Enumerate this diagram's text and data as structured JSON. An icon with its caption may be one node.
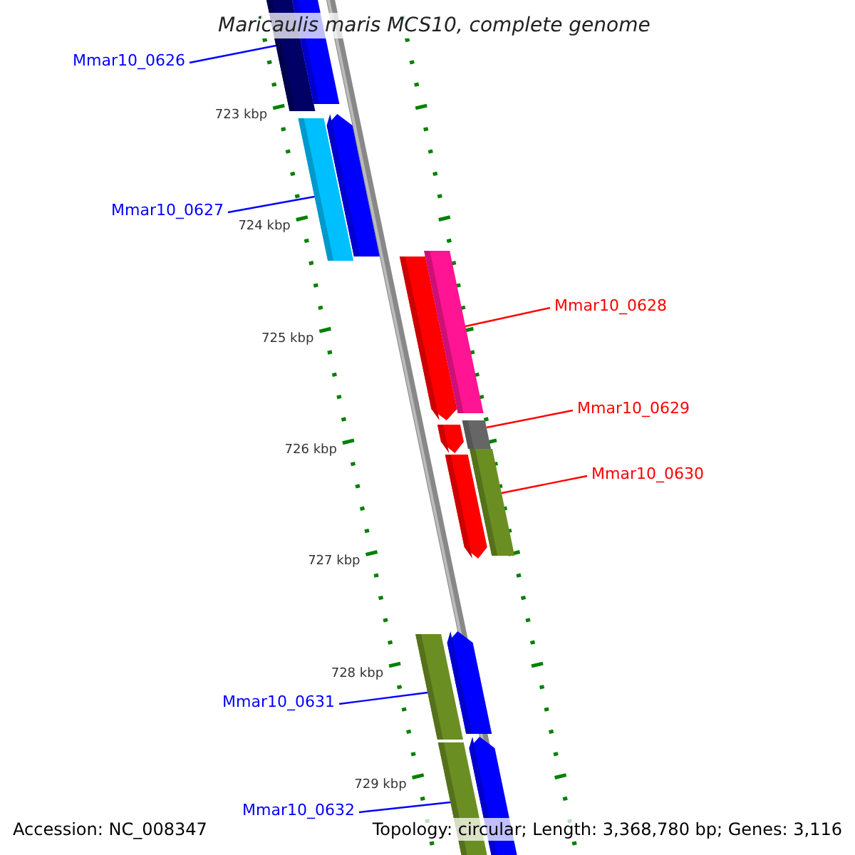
{
  "diagram": {
    "title": "Maricaulis maris MCS10, complete genome",
    "nodes": [
      {
        "text": [
          "Mmar10_0626"
        ]
      },
      {
        "text": [
          "Mmar10_0627"
        ]
      },
      {
        "text": [
          "Mmar10_0628"
        ]
      },
      {
        "text": [
          "Mmar10_0629"
        ]
      },
      {
        "text": [
          "Mmar10_0630"
        ]
      },
      {
        "text": [
          "Mmar10_0631"
        ]
      },
      {
        "text": [
          "Mmar10_0632"
        ]
      },
      {
        "text": [],
        "shape": "bar"
      },
      {
        "text": [],
        "shape": "bar"
      },
      {
        "text": [],
        "shape": "bar"
      },
      {
        "text": [],
        "shape": "arrow"
      },
      {
        "text": [],
        "shape": "arrow"
      },
      {
        "text": [],
        "shape": "bar"
      },
      {
        "text": [],
        "shape": "arrow"
      },
      {
        "text": [],
        "shape": "bar"
      },
      {
        "text": [],
        "shape": "arrow"
      },
      {
        "text": [],
        "shape": "bar"
      },
      {
        "text": [],
        "shape": "bar"
      },
      {
        "text": [],
        "shape": "arrow"
      },
      {
        "text": [],
        "shape": "bar"
      },
      {
        "text": [],
        "shape": "arrow"
      }
    ],
    "edges": [
      {
        "from": 0,
        "to": 7,
        "arrow": "none"
      },
      {
        "from": 1,
        "to": 9,
        "arrow": "none"
      },
      {
        "from": 2,
        "to": 12,
        "arrow": "none",
        "color": "#ff0000"
      },
      {
        "from": 3,
        "to": 14,
        "arrow": "none",
        "color": "#ff0000"
      },
      {
        "from": 4,
        "to": 16,
        "arrow": "none",
        "color": "#ff0000"
      },
      {
        "from": 5,
        "to": 17,
        "arrow": "none"
      },
      {
        "from": 6,
        "to": 19,
        "arrow": "none"
      }
    ],
    "labels": [
      "723 kbp",
      "724 kbp",
      "725 kbp",
      "726 kbp",
      "727 kbp",
      "728 kbp",
      "729 kbp",
      "Accession: NC_008347",
      "Topology: circular; Length: 3,368,780 bp; Genes: 3,116"
    ]
  }
}
